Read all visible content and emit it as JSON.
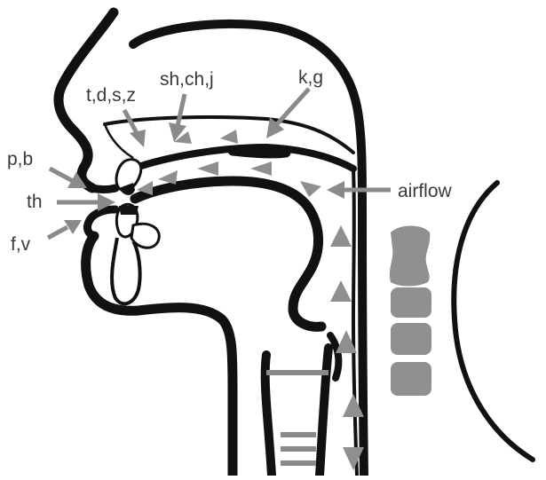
{
  "labels": {
    "alveolar": "t,d,s,z",
    "postalveolar": "sh,ch,j",
    "velar": "k,g",
    "bilabial": "p,b",
    "dental": "th",
    "labiodental": "f,v",
    "airflow": "airflow"
  },
  "colors": {
    "outline": "#111111",
    "arrow": "#8a8a8a",
    "airflow_triangles": "#8f8f8f",
    "vertebrae": "#909090",
    "text": "#3a3a3a"
  }
}
